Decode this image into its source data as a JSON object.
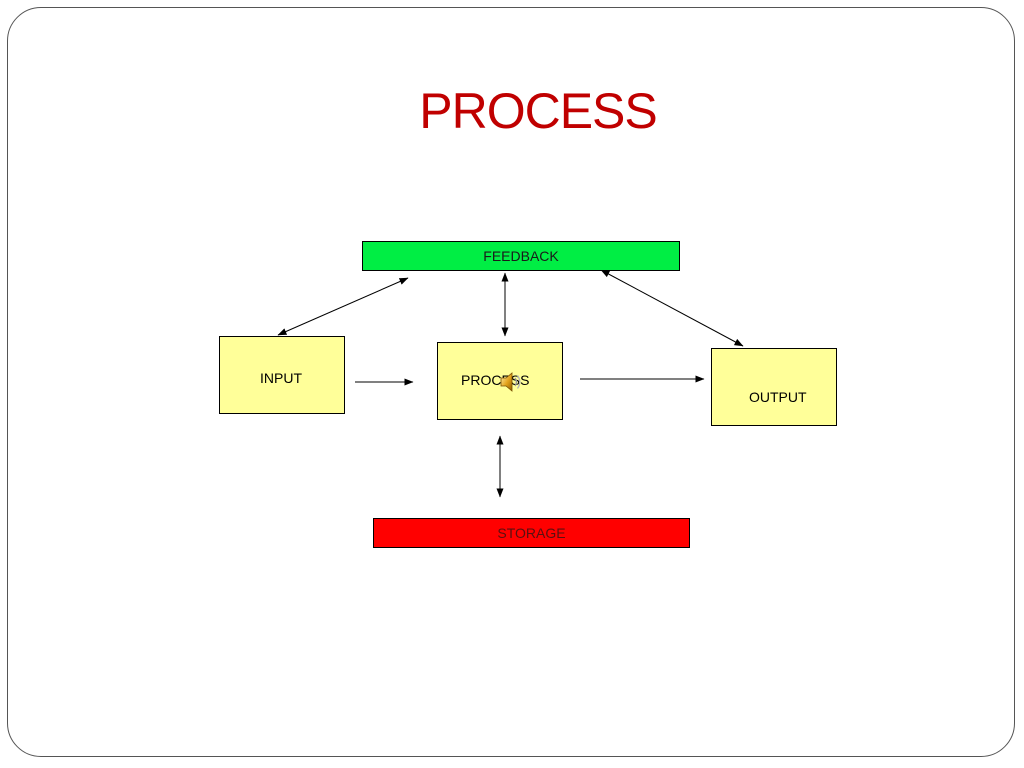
{
  "slide": {
    "title": "PROCESS"
  },
  "diagram": {
    "feedback": {
      "label": "FEEDBACK",
      "color": "#00ee44"
    },
    "storage": {
      "label": "STORAGE",
      "color": "#ff0000"
    },
    "input": {
      "label": "INPUT",
      "color": "#ffff99"
    },
    "process": {
      "label": "PROCESS",
      "color": "#ffff99"
    },
    "output": {
      "label": "OUTPUT",
      "color": "#ffff99"
    },
    "connections": [
      {
        "from": "feedback",
        "to": "input",
        "direction": "both"
      },
      {
        "from": "feedback",
        "to": "process",
        "direction": "both"
      },
      {
        "from": "feedback",
        "to": "output",
        "direction": "both"
      },
      {
        "from": "input",
        "to": "process",
        "direction": "forward"
      },
      {
        "from": "process",
        "to": "output",
        "direction": "forward"
      },
      {
        "from": "process",
        "to": "storage",
        "direction": "both"
      }
    ]
  },
  "media": {
    "sound_icon": "speaker-icon"
  }
}
